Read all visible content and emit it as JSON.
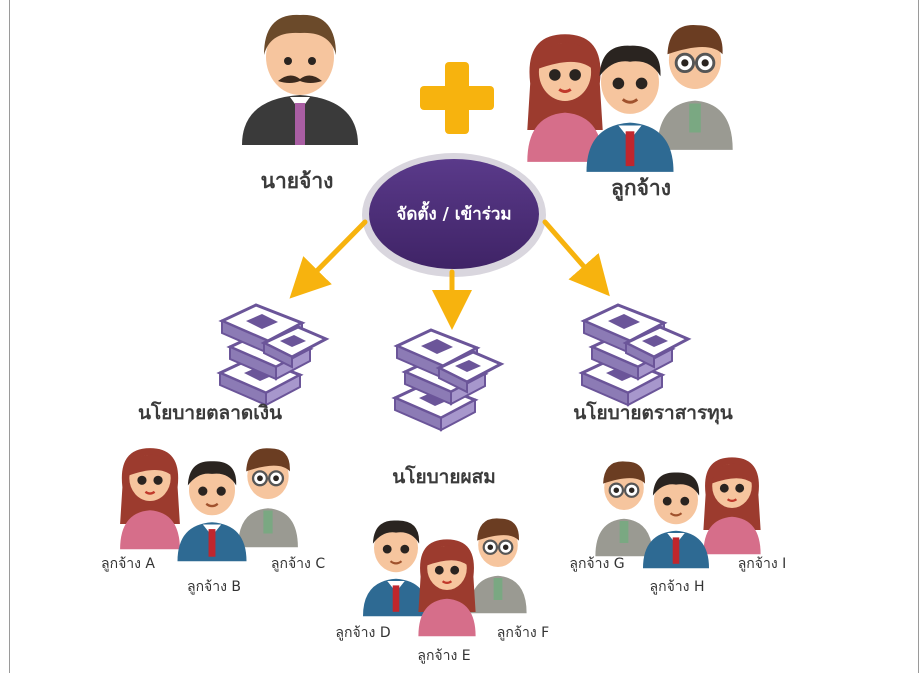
{
  "center": {
    "label": "จัดตั้ง / เข้าร่วม"
  },
  "top": {
    "employer_label": "นายจ้าง",
    "employees_label": "ลูกจ้าง"
  },
  "policies": [
    {
      "label": "นโยบายตลาดเงิน",
      "employees": [
        "ลูกจ้าง A",
        "ลูกจ้าง B",
        "ลูกจ้าง C"
      ]
    },
    {
      "label": "นโยบายผสม",
      "employees": [
        "ลูกจ้าง D",
        "ลูกจ้าง E",
        "ลูกจ้าง F"
      ]
    },
    {
      "label": "นโยบายตราสารทุน",
      "employees": [
        "ลูกจ้าง G",
        "ลูกจ้าง H",
        "ลูกจ้าง I"
      ]
    }
  ],
  "colors": {
    "accent_orange": "#f7b30e",
    "center_purple": "#4f2f7c",
    "money_purple": "#6b5599"
  }
}
